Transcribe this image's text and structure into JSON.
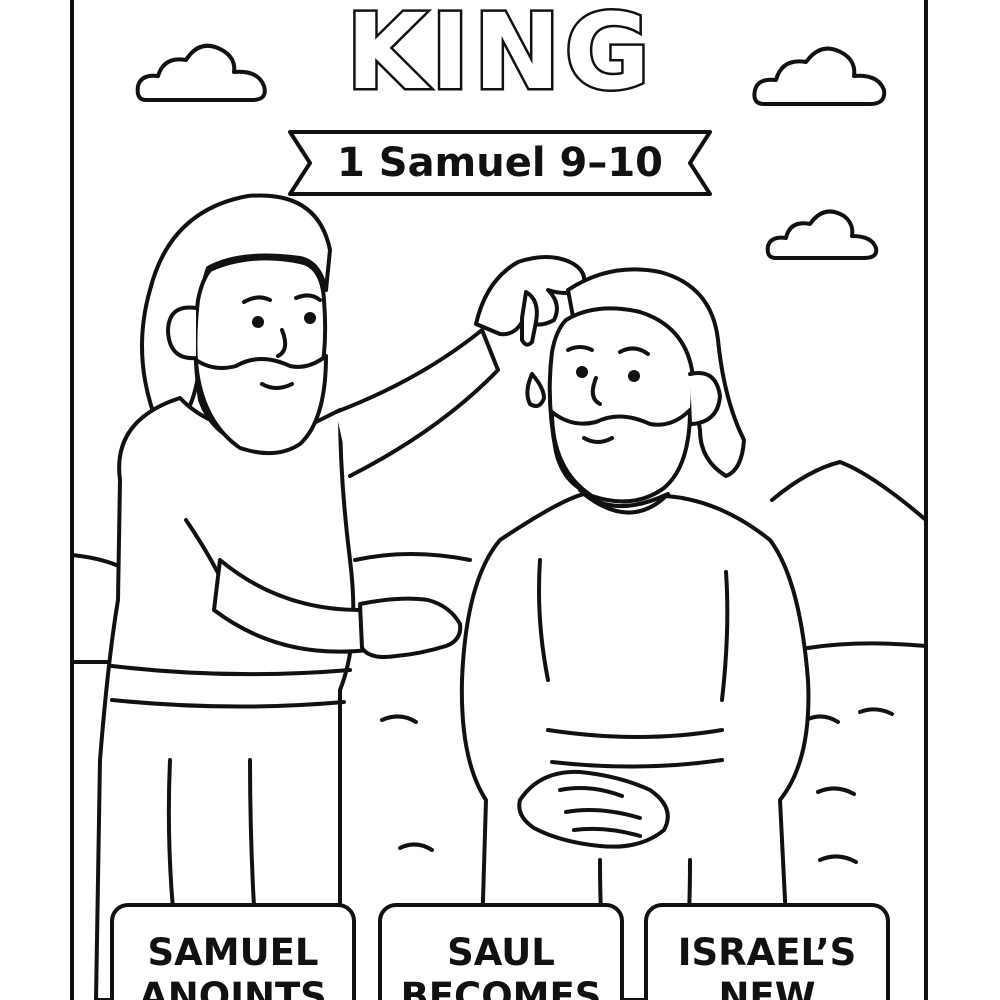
{
  "title": "KING",
  "banner": {
    "reference": "1 Samuel 9–10"
  },
  "cards": [
    {
      "line1": "SAMUEL",
      "line2": "ANOINTS"
    },
    {
      "line1": "SAUL",
      "line2": "BECOMES"
    },
    {
      "line1": "ISRAEL’S",
      "line2": "NEW"
    }
  ],
  "colors": {
    "ink": "#111111",
    "paper": "#ffffff"
  }
}
